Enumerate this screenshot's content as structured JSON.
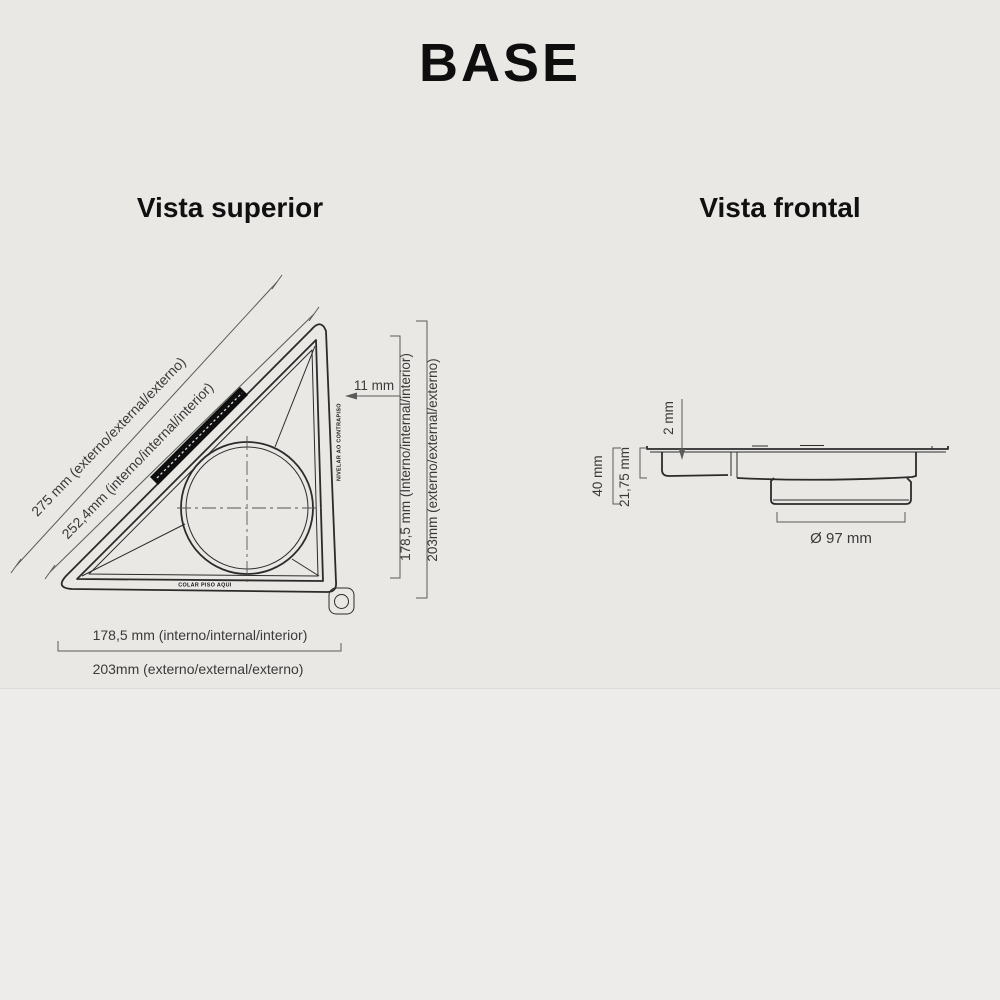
{
  "title": "BASE",
  "vista_superior": {
    "heading": "Vista superior",
    "dim_diagonal_externo": "275 mm (externo/external/externo)",
    "dim_diagonal_interno": "252,4mm (interno/internal/interior)",
    "dim_flange": "11 mm",
    "dim_right_interno": "178,5 mm (Interno/internal/interior)",
    "dim_right_externo": "203mm (externo/external/externo)",
    "dim_bottom_interno": "178,5 mm (interno/internal/interior)",
    "dim_bottom_externo": "203mm (externo/external/externo)",
    "note_edge": "NIVELAR AO CONTRAPISO",
    "note_bottom": "COLAR PISO AQUI"
  },
  "vista_frontal": {
    "heading": "Vista frontal",
    "dim_lip_thickness": "2 mm",
    "dim_height_total": "40 mm",
    "dim_height_body": "21,75 mm",
    "dim_outlet_diameter": "Ø 97 mm"
  },
  "colors": {
    "background": "#e9e8e5",
    "drawing_line": "#2b2b2b",
    "dimension_line": "#5a5a5a",
    "brand_strip": "#0e0e0e"
  }
}
